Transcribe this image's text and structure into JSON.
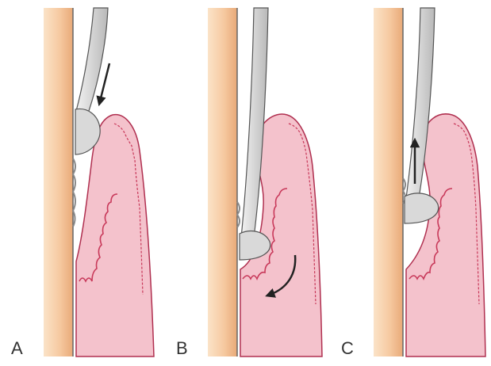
{
  "figure": {
    "panels": [
      {
        "label": "A",
        "step": "curette-insertion",
        "arrow_direction": "down"
      },
      {
        "label": "B",
        "step": "curette-rotation",
        "arrow_direction": "curved-down-left"
      },
      {
        "label": "C",
        "step": "curette-stroke",
        "arrow_direction": "up"
      }
    ],
    "colors": {
      "tooth_surface": "#f6c9a0",
      "tooth_edge": "#e8a978",
      "gingiva_fill": "#f4c2cc",
      "gingiva_outline": "#c8395a",
      "instrument_fill": "#d9d9d9",
      "instrument_outline": "#555555",
      "arrow": "#222222"
    }
  }
}
